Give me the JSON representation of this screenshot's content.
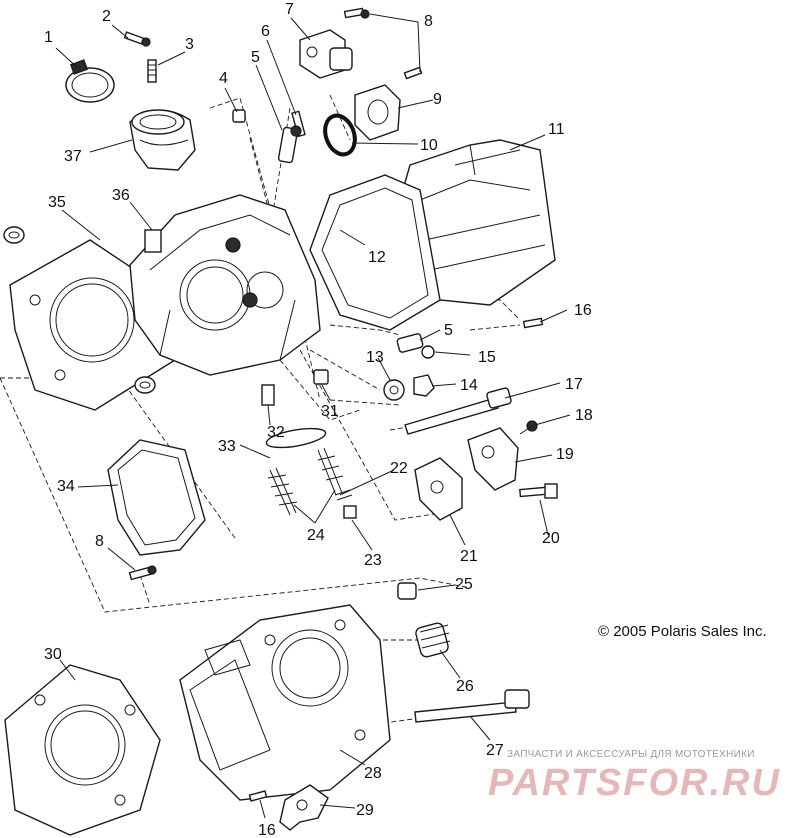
{
  "diagram": {
    "callouts": [
      "1",
      "2",
      "3",
      "4",
      "5",
      "6",
      "7",
      "8",
      "9",
      "10",
      "11",
      "12",
      "5",
      "15",
      "13",
      "14",
      "17",
      "18",
      "19",
      "16",
      "20",
      "21",
      "22",
      "23",
      "24",
      "25",
      "26",
      "27",
      "28",
      "29",
      "16",
      "30",
      "31",
      "32",
      "33",
      "34",
      "8",
      "35",
      "36",
      "37"
    ],
    "copyright": "© 2005 Polaris Sales Inc.",
    "watermark": {
      "tagline": "ЗАПЧАСТИ И АКСЕССУАРЫ ДЛЯ МОТОТЕХНИКИ",
      "logo": "PARTSFOR.RU"
    },
    "colors": {
      "line": "#1a1a1a",
      "background": "#ffffff",
      "watermark_logo": "#e6b7b7",
      "watermark_text": "#9a9a9a"
    }
  }
}
